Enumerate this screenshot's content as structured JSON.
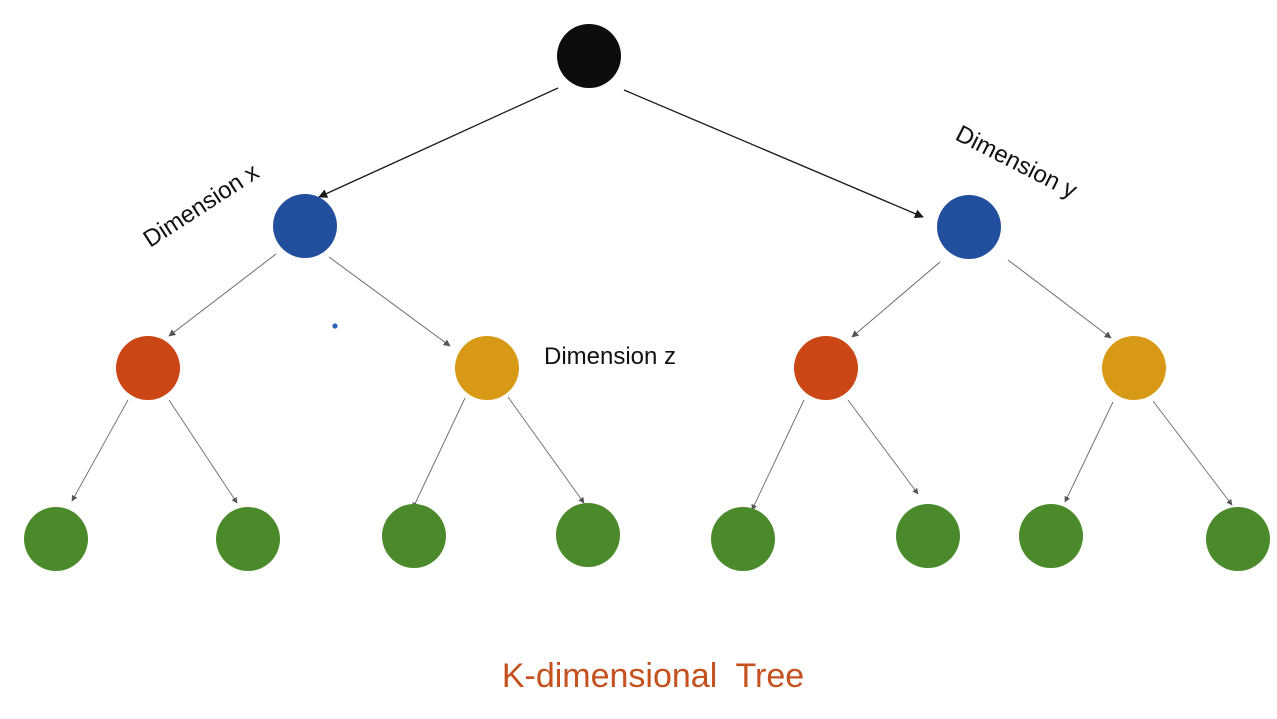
{
  "diagram": {
    "title": "K-dimensional  Tree",
    "labels": {
      "dimension_x": "Dimension x",
      "dimension_y": "Dimension y",
      "dimension_z": "Dimension z"
    },
    "colors": {
      "root": "#0d0d0f",
      "level1": "#214f9e",
      "level2_left": "#ca4614",
      "level2_right": "#d89a16",
      "leaf": "#4b8a2b",
      "title": "#c5511f",
      "stray_dot": "#2a63b5"
    },
    "nodes": {
      "root": {
        "level": "root"
      },
      "level1": [
        {
          "side": "left"
        },
        {
          "side": "right"
        }
      ],
      "level2": [
        {
          "kind": "level2_left"
        },
        {
          "kind": "level2_right"
        },
        {
          "kind": "level2_left"
        },
        {
          "kind": "level2_right"
        }
      ],
      "leaves_count": 8
    }
  }
}
